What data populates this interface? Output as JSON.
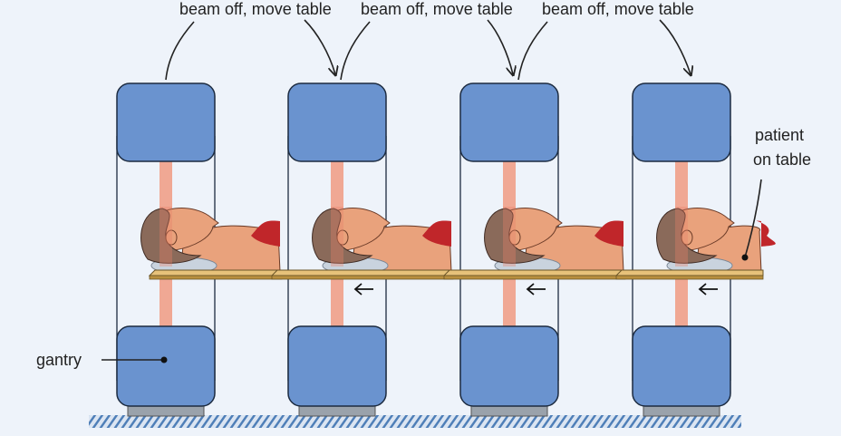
{
  "labels": {
    "beam_off_1": "beam off, move table",
    "beam_off_2": "beam off, move table",
    "beam_off_3": "beam off, move table",
    "patient_line1": "patient",
    "patient_line2": "on table",
    "gantry": "gantry"
  },
  "colors": {
    "background": "#eef3fa",
    "gantry_fill": "#6a93cf",
    "gantry_stroke": "#1c2b40",
    "beam": "#f0a894",
    "beam_core": "#e8806a",
    "table": "#e7c27a",
    "skin": "#e9a27c",
    "hair": "#8a6a5a",
    "shirt": "#c0262a",
    "pillow": "#c9d3de",
    "base": "#9aa2ab",
    "floor_hatch": "#4f7fb8"
  },
  "icons": {
    "arrow_left": "arrow-left-icon",
    "pointer_dot": "dot-icon"
  }
}
